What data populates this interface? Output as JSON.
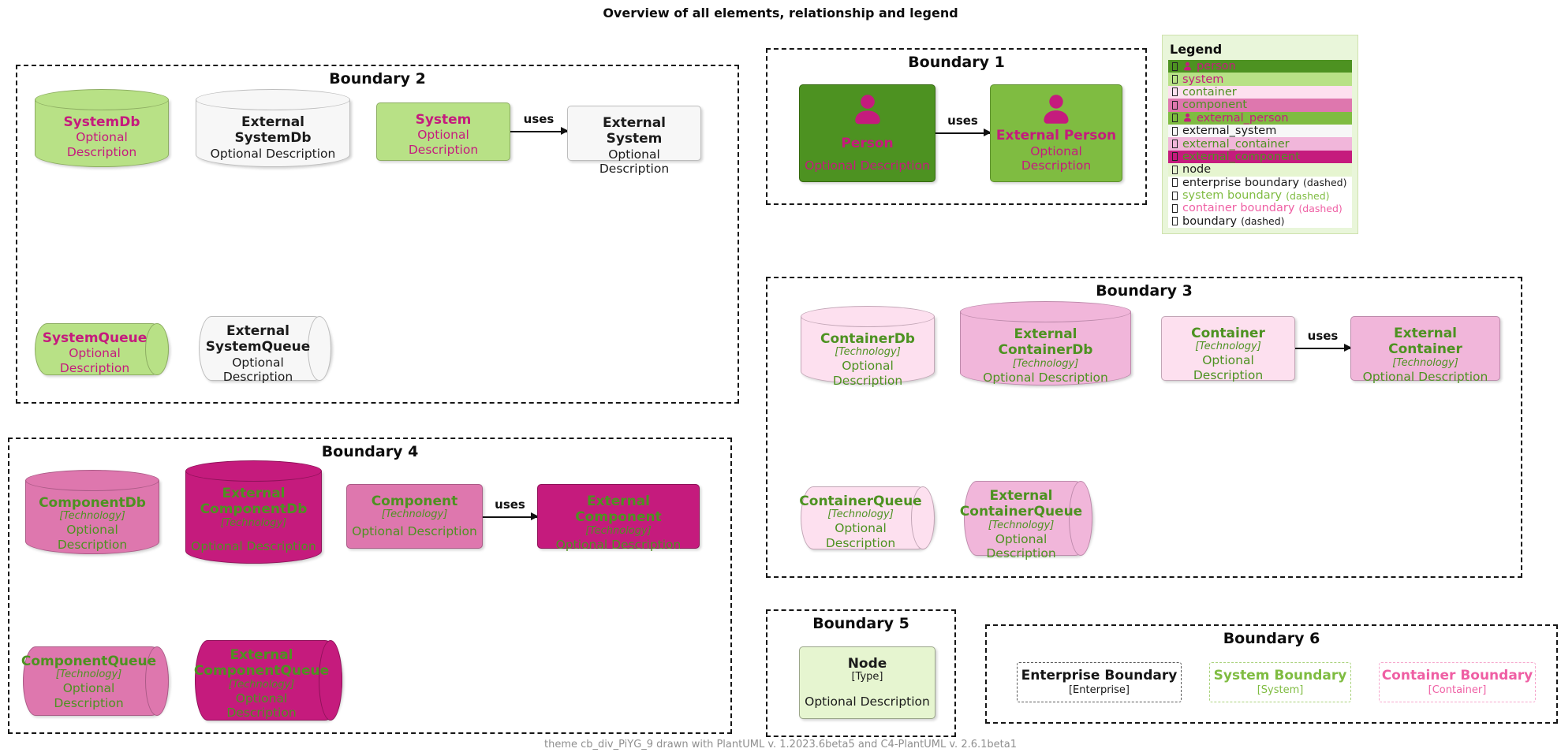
{
  "title": "Overview of all elements, relationship and legend",
  "footer": "theme cb_div_PiYG_9 drawn with PlantUML v. 1.2023.6beta5 and C4-PlantUML v. 2.6.1beta1",
  "relationship_label": "uses",
  "boundaries": {
    "b1": "Boundary 1",
    "b2": "Boundary 2",
    "b3": "Boundary 3",
    "b4": "Boundary 4",
    "b5": "Boundary 5",
    "b6": "Boundary 6"
  },
  "elements": {
    "person": {
      "title": "Person",
      "desc": "Optional Description"
    },
    "external_person": {
      "title": "External Person",
      "desc": "Optional Description"
    },
    "systemdb": {
      "title": "SystemDb",
      "desc": "Optional Description"
    },
    "external_systemdb": {
      "title": "External SystemDb",
      "desc": "Optional Description"
    },
    "system": {
      "title": "System",
      "desc": "Optional Description"
    },
    "external_system": {
      "title": "External System",
      "desc": "Optional Description"
    },
    "systemqueue": {
      "title": "SystemQueue",
      "desc": "Optional Description"
    },
    "external_systemqueue": {
      "title": "External SystemQueue",
      "desc": "Optional Description"
    },
    "containerdb": {
      "title": "ContainerDb",
      "tech": "[Technology]",
      "desc": "Optional Description"
    },
    "external_containerdb": {
      "title": "External ContainerDb",
      "tech": "[Technology]",
      "desc": "Optional Description"
    },
    "container": {
      "title": "Container",
      "tech": "[Technology]",
      "desc": "Optional Description"
    },
    "external_container": {
      "title": "External Container",
      "tech": "[Technology]",
      "desc": "Optional Description"
    },
    "containerqueue": {
      "title": "ContainerQueue",
      "tech": "[Technology]",
      "desc": "Optional Description"
    },
    "external_containerqueue": {
      "title": "External ContainerQueue",
      "tech": "[Technology]",
      "desc": "Optional Description"
    },
    "componentdb": {
      "title": "ComponentDb",
      "tech": "[Technology]",
      "desc": "Optional Description"
    },
    "external_componentdb": {
      "title": "External ComponentDb",
      "tech": "[Technology]",
      "desc": "Optional Description"
    },
    "component": {
      "title": "Component",
      "tech": "[Technology]",
      "desc": "Optional Description"
    },
    "external_component": {
      "title": "External Component",
      "tech": "[Technology]",
      "desc": "Optional Description"
    },
    "componentqueue": {
      "title": "ComponentQueue",
      "tech": "[Technology]",
      "desc": "Optional Description"
    },
    "external_componentqueue": {
      "title": "External ComponentQueue",
      "tech": "[Technology]",
      "desc": "Optional Description"
    },
    "node": {
      "title": "Node",
      "tech": "[Type]",
      "desc": "Optional Description"
    },
    "enterprise_boundary": {
      "title": "Enterprise Boundary",
      "tech": "[Enterprise]"
    },
    "system_boundary": {
      "title": "System Boundary",
      "tech": "[System]"
    },
    "container_boundary": {
      "title": "Container Boundary",
      "tech": "[Container]"
    }
  },
  "legend": {
    "title": "Legend",
    "items": [
      {
        "label": "person"
      },
      {
        "label": "system"
      },
      {
        "label": "container"
      },
      {
        "label": "component"
      },
      {
        "label": "external_person"
      },
      {
        "label": "external_system"
      },
      {
        "label": "external_container"
      },
      {
        "label": "external_component"
      },
      {
        "label": "node"
      },
      {
        "label": "enterprise boundary",
        "suffix": "(dashed)"
      },
      {
        "label": "system boundary",
        "suffix": "(dashed)"
      },
      {
        "label": "container boundary",
        "suffix": "(dashed)"
      },
      {
        "label": "boundary",
        "suffix": "(dashed)"
      }
    ]
  },
  "colors": {
    "dark_green": "#4d9221",
    "green": "#7fbc41",
    "light_green": "#b8e186",
    "pale_green": "#e6f5d0",
    "neutral": "#f7f7f7",
    "pale_pink": "#fde0ef",
    "light_pink": "#f1b6da",
    "pink": "#de77ae",
    "magenta": "#c51b7d",
    "magenta_text": "#c51b7d",
    "green_text": "#4d9221",
    "boundary_green": "#7fbc41",
    "boundary_pink": "#ef5fa4"
  }
}
